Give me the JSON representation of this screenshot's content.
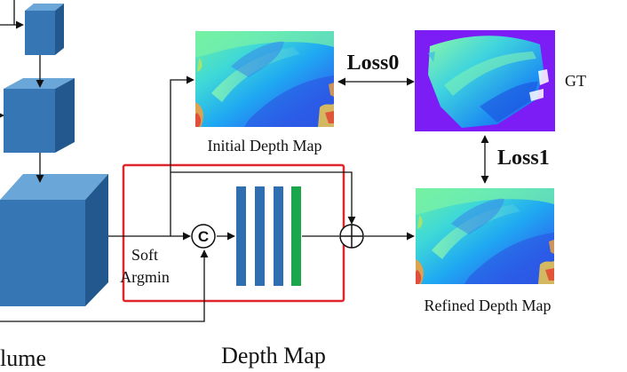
{
  "labels": {
    "initial_depth_map": "Initial Depth Map",
    "refined_depth_map": "Refined Depth Map",
    "gt": "GT",
    "loss0": "Loss0",
    "loss1": "Loss1",
    "soft": "Soft",
    "argmin": "Argmin",
    "concat_symbol": "C",
    "partial_volume": "lume",
    "bottom_caption": "Depth Map"
  },
  "colors": {
    "cube_front": "#3676b5",
    "cube_top": "#6aa6d8",
    "cube_side": "#23588f",
    "conv_blue": "#2f6fb1",
    "conv_green": "#1aa64a",
    "highlight_box": "#e0262b",
    "gt_background": "#7c1df6"
  },
  "icons": {
    "concat": "circled-c-icon",
    "element_sum": "circled-plus-icon"
  }
}
